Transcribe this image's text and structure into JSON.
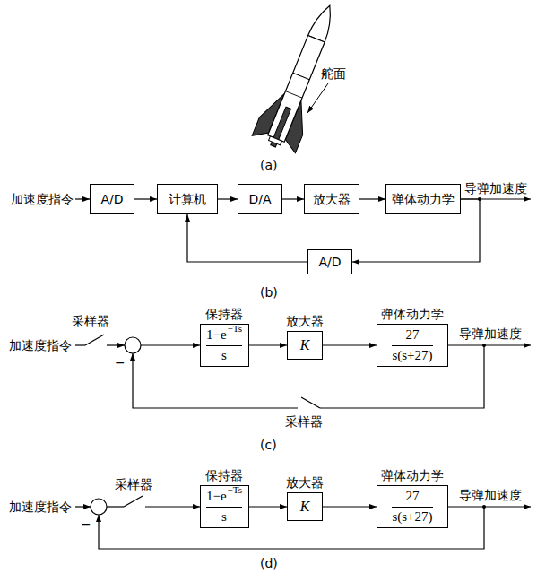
{
  "diagram": {
    "nodes": [
      {
        "text": [
          "A/D"
        ]
      },
      {
        "text": [
          "计算机"
        ]
      },
      {
        "text": [
          "D/A"
        ]
      },
      {
        "text": [
          "放大器"
        ]
      },
      {
        "text": [
          "弹体动力学"
        ]
      },
      {
        "text": [
          "A/D"
        ]
      },
      {
        "text": [
          "保持器",
          "1−e",
          "−Ts",
          "s"
        ]
      },
      {
        "text": [
          "放大器",
          "K"
        ]
      },
      {
        "text": [
          "弹体动力学",
          "27",
          "s(s+27)"
        ]
      },
      {
        "text": [
          "保持器",
          "1−e",
          "−Ts",
          "s"
        ]
      },
      {
        "text": [
          "放大器",
          "K"
        ]
      },
      {
        "text": [
          "弹体动力学",
          "27",
          "s(s+27)"
        ]
      }
    ],
    "edges": [
      {
        "from": 0,
        "to": 1,
        "arrow": "to"
      },
      {
        "from": 1,
        "to": 2,
        "arrow": "to"
      },
      {
        "from": 2,
        "to": 3,
        "arrow": "to"
      },
      {
        "from": 3,
        "to": 4,
        "arrow": "to"
      },
      {
        "from": 4,
        "to": 5,
        "arrow": "to"
      },
      {
        "from": 5,
        "to": 1,
        "arrow": "to"
      },
      {
        "from": 6,
        "to": 7,
        "arrow": "to"
      },
      {
        "from": 7,
        "to": 8,
        "arrow": "to"
      },
      {
        "from": 9,
        "to": 10,
        "arrow": "to"
      },
      {
        "from": 10,
        "to": 11,
        "arrow": "to"
      }
    ],
    "labels": [
      "舵面",
      "(a)",
      "加速度指令",
      "导弹加速度",
      "(b)",
      "加速度指令",
      "采样器",
      "−",
      "采样器",
      "导弹加速度",
      "(c)",
      "加速度指令",
      "采样器",
      "−",
      "导弹加速度",
      "(d)"
    ]
  }
}
